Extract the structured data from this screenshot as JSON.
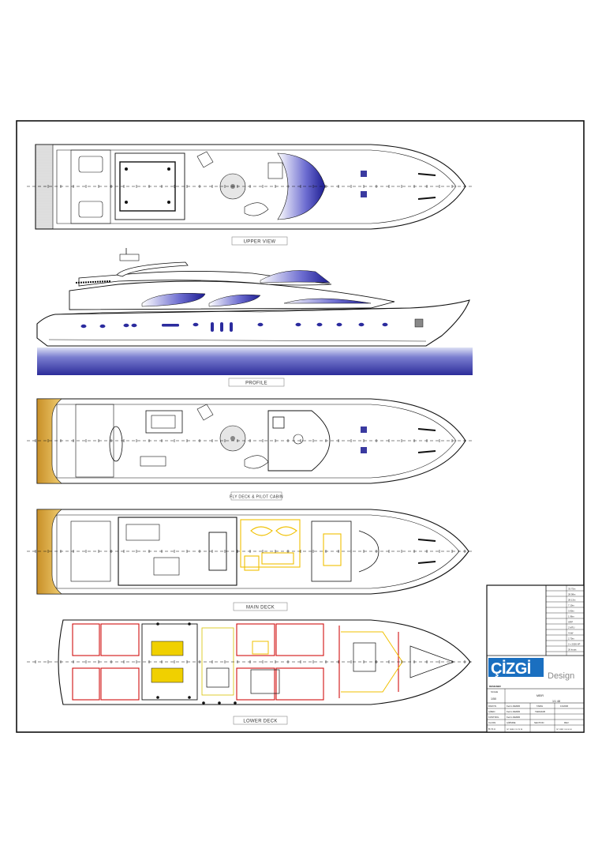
{
  "views": {
    "upper_view": "UPPER VIEW",
    "profile": "PROFILE",
    "fly_deck": "FLY DECK & PILOT CABIN",
    "main_deck": "MAIN DECK",
    "lower_deck": "LOWER DECK"
  },
  "title_block": {
    "specs": [
      "33.75m",
      "28.98m",
      "28.13m",
      "7.10m",
      "3.90m",
      "1.96m",
      "GRP",
      "2 MTU",
      "4 kW",
      "2.70m",
      "2 x 2026 HP",
      "26 knots"
    ],
    "logo_text": "ÇİZGİ",
    "logo_sub": "Design",
    "designer_label": "DESIGNER",
    "scale_label": "SCALE",
    "scale_value": "1/50",
    "name_value": "MEIR",
    "drawing_no": "1/1 48",
    "rows": [
      [
        "DİZAYN",
        "Kerim DEMİR",
        "TARİH",
        "13/2006"
      ],
      [
        "ÇİZEN",
        "Kerim DEMİR",
        "TERAZAB",
        ""
      ],
      [
        "KONTROL",
        "Kerim DEMİR",
        "",
        ""
      ],
      [
        "CLASS",
        "ÇİZİMDE",
        "SECTION",
        "REV."
      ],
      [
        "B.I.N.A",
        "IST SBBS 13 070 96",
        "",
        "IST 0988 1 00 00 00"
      ]
    ]
  },
  "colors": {
    "hull_blue": "#3a3aa0",
    "glass_blue": "#2b2b9e",
    "teak": "#d8a640",
    "interior_yellow": "#f0c000",
    "cabin_red": "#d01010",
    "line": "#111111"
  }
}
